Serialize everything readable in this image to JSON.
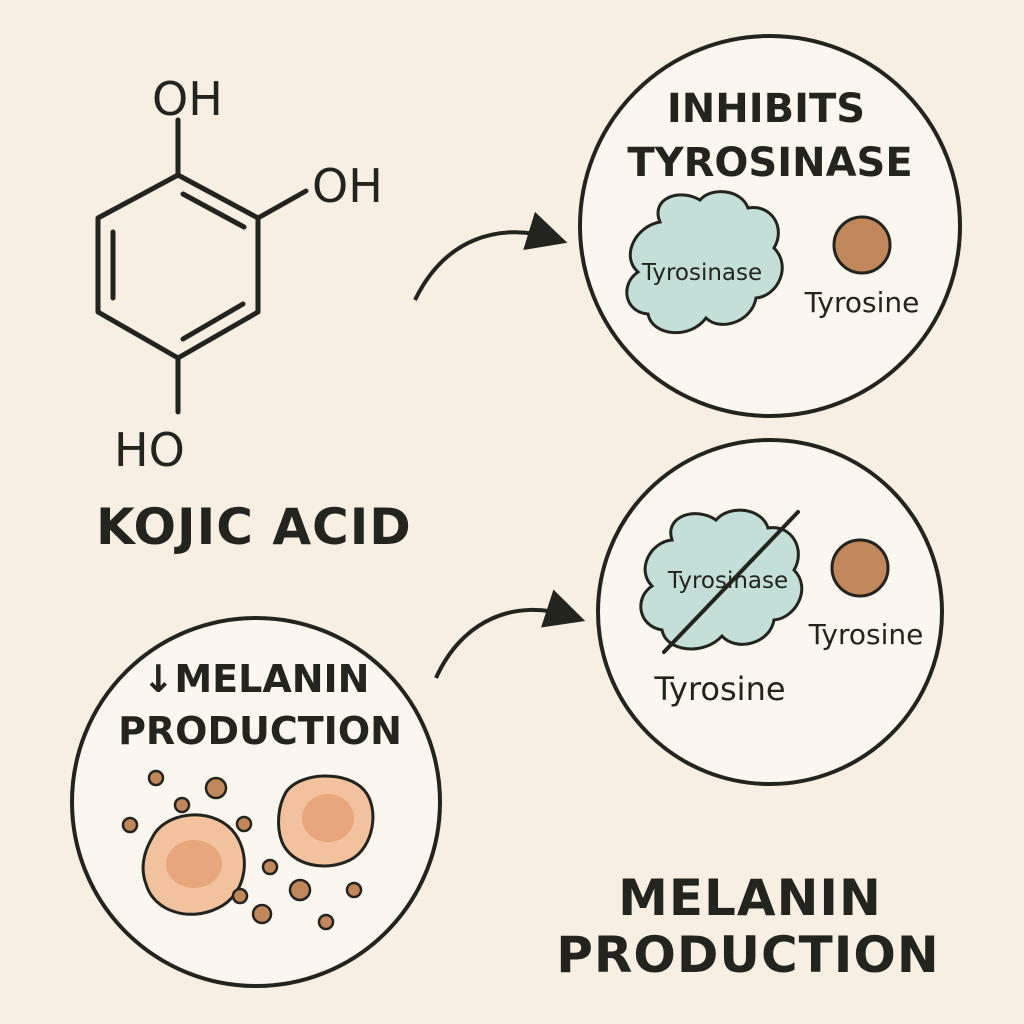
{
  "molecule": {
    "name": "KOJIC ACID",
    "top_group": "OH",
    "right_group": "OH",
    "bottom_group": "HO"
  },
  "top_circle": {
    "title_line1": "INHIBITS",
    "title_line2": "TYROSINASE",
    "enzyme_label": "Tyrosinase",
    "substrate_label": "Tyrosine"
  },
  "right_circle": {
    "enzyme_label": "Tyrosinase",
    "substrate_label": "Tyrosine",
    "bottom_label": "Tyrosine"
  },
  "bottom_circle": {
    "title_line1": "↓MELANIN",
    "title_line2": "PRODUCTION"
  },
  "footer": {
    "line1": "MELANIN",
    "line2": "PRODUCTION"
  },
  "colors": {
    "background": "#f8efe3",
    "enzyme": "#c3dfd8",
    "tyrosine": "#c0885a",
    "cell": "#f2c29e",
    "cell_nucleus": "#e7a67c",
    "ink": "#24241f"
  }
}
